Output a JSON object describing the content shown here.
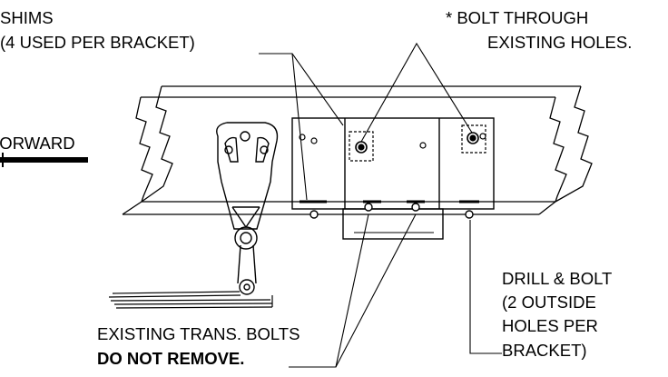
{
  "labels": {
    "shims_line1": "SHIMS",
    "shims_line2": "(4 USED PER BRACKET)",
    "bolt_line1": "* BOLT THROUGH",
    "bolt_line2": "EXISTING HOLES.",
    "forward": "FORWARD",
    "existing_line1": "EXISTING TRANS. BOLTS",
    "existing_line2": "DO NOT REMOVE.",
    "drill_line1": "DRILL & BOLT",
    "drill_line2": "(2 OUTSIDE",
    "drill_line3": "HOLES PER",
    "drill_line4": "BRACKET)"
  },
  "colors": {
    "ink": "#000000",
    "background": "#ffffff"
  }
}
